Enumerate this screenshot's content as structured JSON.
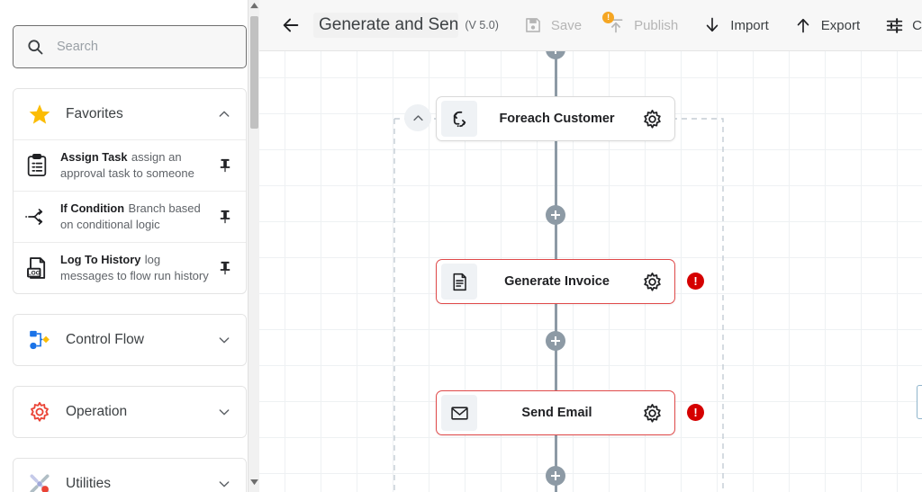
{
  "sidebar": {
    "search": {
      "placeholder": "Search",
      "value": "",
      "icon": "search-icon"
    },
    "groups": [
      {
        "label": "Favorites",
        "icon": "star-icon",
        "expanded": true,
        "chevron": "chevron-up-icon",
        "items": [
          {
            "name": "Assign Task",
            "desc": "assign an approval task to someone",
            "icon": "clipboard-task-icon",
            "pin": "pin-icon"
          },
          {
            "name": "If Condition",
            "desc": "Branch based on conditional logic",
            "icon": "branch-condition-icon",
            "pin": "pin-icon"
          },
          {
            "name": "Log To History",
            "desc": "log messages to flow run history",
            "icon": "log-document-icon",
            "pin": "pin-icon"
          }
        ]
      },
      {
        "label": "Control Flow",
        "icon": "control-flow-icon",
        "expanded": false,
        "chevron": "chevron-down-icon",
        "items": []
      },
      {
        "label": "Operation",
        "icon": "gear-operation-icon",
        "expanded": false,
        "chevron": "chevron-down-icon",
        "items": []
      },
      {
        "label": "Utilities",
        "icon": "tools-icon",
        "expanded": false,
        "chevron": "chevron-down-icon",
        "items": []
      }
    ],
    "scrollbar": {
      "up": "scroll-up-arrow-icon",
      "down": "scroll-down-arrow-icon"
    }
  },
  "toolbar": {
    "back_icon": "arrow-left-icon",
    "title": "Generate and Send Invoi",
    "version": "(V 5.0)",
    "buttons": [
      {
        "label": "Save",
        "icon": "save-disk-icon",
        "disabled": true
      },
      {
        "label": "Publish",
        "icon": "publish-upload-icon",
        "disabled": true,
        "badge": "!"
      },
      {
        "label": "Import",
        "icon": "import-down-arrow-icon",
        "disabled": false
      },
      {
        "label": "Export",
        "icon": "export-up-arrow-icon",
        "disabled": false
      },
      {
        "label": "C",
        "icon": "configure-sliders-icon",
        "disabled": false
      }
    ]
  },
  "canvas": {
    "collapse_button_icon": "chevron-up-icon",
    "add_button_icon": "plus-icon",
    "error_marker": "!",
    "nodes": [
      {
        "label": "Foreach Customer",
        "icon": "loop-repeat-icon",
        "gear": "gear-icon",
        "error": false
      },
      {
        "label": "Generate Invoice",
        "icon": "document-icon",
        "gear": "gear-icon",
        "error": true
      },
      {
        "label": "Send Email",
        "icon": "envelope-icon",
        "gear": "gear-icon",
        "error": true
      }
    ]
  },
  "colors": {
    "error_red": "#d50000",
    "node_error_border": "#e04a4a",
    "warn_orange": "#f5a623",
    "spine": "#8d9aa5",
    "favorite_star": "#fbbc04"
  }
}
